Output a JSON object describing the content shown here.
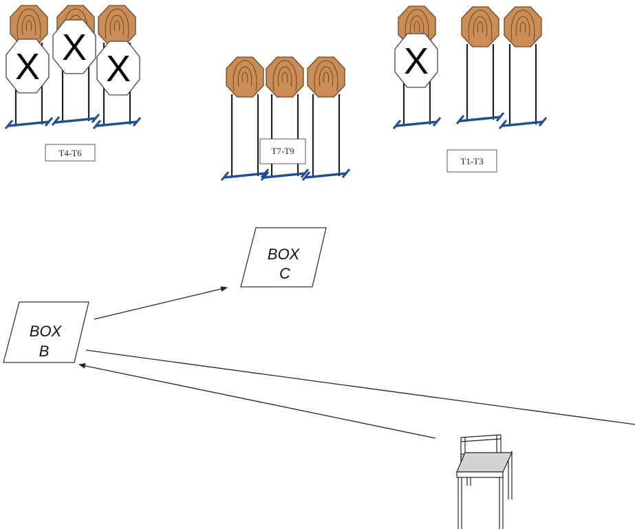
{
  "colors": {
    "plate_fill": "#c98d58",
    "plate_line": "#6e4522",
    "stand": "#1f1f1f",
    "base": "#1f4f8f",
    "no_shoot_fill": "#ffffff",
    "no_shoot_mark": "#000000",
    "box_line": "#333333",
    "arrow": "#222222",
    "chair_fill": "#d4d4d4"
  },
  "target_groups": [
    {
      "label": "T4-T6",
      "plates": [
        {
          "no_shoot": true
        },
        {
          "no_shoot": true
        },
        {
          "no_shoot": true
        }
      ]
    },
    {
      "label": "T7-T9",
      "plates": [
        {
          "no_shoot": false
        },
        {
          "no_shoot": false
        },
        {
          "no_shoot": false
        }
      ]
    },
    {
      "label": "T1-T3",
      "plates": [
        {
          "no_shoot": true
        },
        {
          "no_shoot": false
        },
        {
          "no_shoot": false
        }
      ]
    }
  ],
  "no_shoot_mark": "X",
  "shooting_boxes": [
    {
      "line1": "BOX",
      "line2": "C"
    },
    {
      "line1": "BOX",
      "line2": "B"
    }
  ],
  "icons": {
    "start_position": "chair-icon",
    "plate": "steel-plate-icon",
    "no_shoot": "no-shoot-icon"
  }
}
